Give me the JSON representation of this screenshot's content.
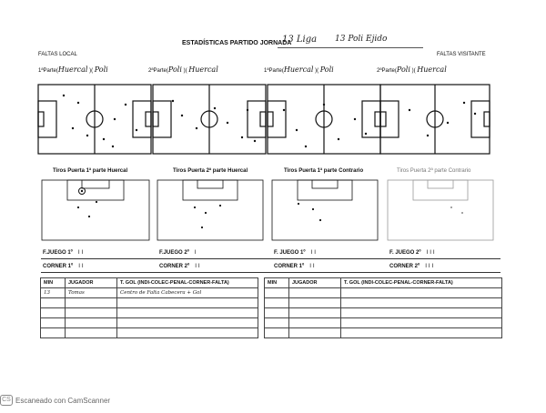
{
  "header": {
    "title": "ESTADÍSTICAS PARTIDO JORNADA",
    "jornada_handwritten": "13 Liga",
    "match_handwritten": "13 Poli Ejido"
  },
  "sections": {
    "local": "FALTAS LOCAL",
    "visitante": "FALTAS VISITANTE"
  },
  "halves": [
    {
      "label": "1ªParte(",
      "team_a": "Huercal",
      "team_b": "Poli"
    },
    {
      "label": "2ªParte(",
      "team_a": "Poli",
      "team_b": "Huercal"
    },
    {
      "label": "1ªParte(",
      "team_a": "Huercal",
      "team_b": "Poli"
    },
    {
      "label": "2ªParte(",
      "team_a": "Poli",
      "team_b": "Huercal"
    }
  ],
  "tiros": [
    "Tiros Puerta 1ª parte Huercal",
    "Tiros Puerta 2ª parte Huercal",
    "Tiros Puerta 1ª parte Contrario",
    "Tiros Puerta 2ª parte Contrario"
  ],
  "fuera_juego": [
    {
      "label": "F.JUEGO 1º",
      "tally": "I I"
    },
    {
      "label": "F.JUEGO 2º",
      "tally": "I"
    },
    {
      "label": "F. JUEGO 1º",
      "tally": "I I"
    },
    {
      "label": "F. JUEGO 2º",
      "tally": "I I I"
    }
  ],
  "corners": [
    {
      "label": "CORNER 1º",
      "tally": "I I"
    },
    {
      "label": "CORNER 2º",
      "tally": "I I"
    },
    {
      "label": "CORNER 1º",
      "tally": "I I"
    },
    {
      "label": "CORNER 2º",
      "tally": "I I I"
    }
  ],
  "table_headers": {
    "min": "MIN",
    "jugador": "JUGADOR",
    "tgol": "T. GOL (INDI-COLEC-PENAL-CORNER-FALTA)"
  },
  "goal_row": {
    "min": "13",
    "jugador": "Tomas",
    "tgol": "Centro de Falta Cabecera + Gol"
  },
  "footer": "Escaneado con CamScanner",
  "colors": {
    "ink": "#111111",
    "paper": "#ffffff"
  }
}
